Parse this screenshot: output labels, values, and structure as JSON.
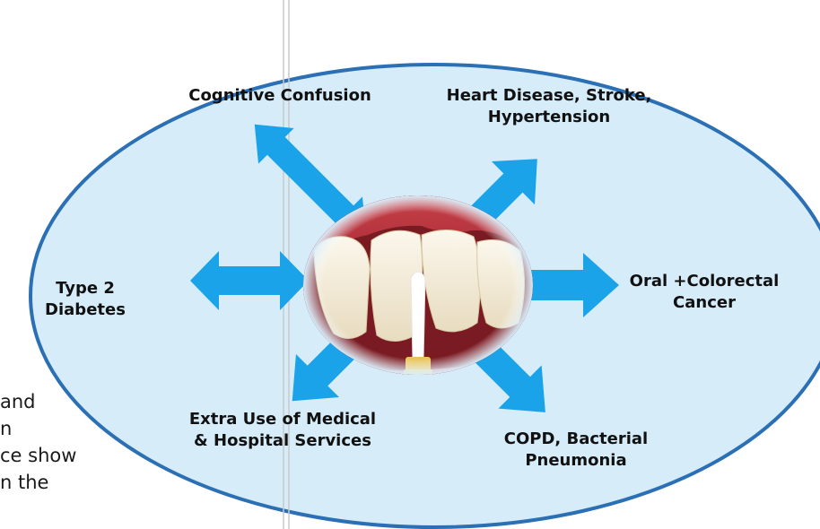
{
  "colors": {
    "ellipse_fill": "#d6ecf9",
    "ellipse_stroke": "#2b6fb5",
    "arrow_fill": "#1aa3e8",
    "guide_line": "#c9c9c9",
    "gum": "#b8323c",
    "tooth": "#f3ecd9"
  },
  "icons": {
    "arrows": "double-headed and single-headed arrows",
    "center_image": "teeth-with-interdental-brush"
  },
  "labels": {
    "cognitive": "Cognitive Confusion",
    "heart_line1": "Heart Disease, Stroke,",
    "heart_line2": "Hypertension",
    "diabetes_line1": "Type 2",
    "diabetes_line2": "Diabetes",
    "cancer_line1": "Oral +Colorectal",
    "cancer_line2": "Cancer",
    "medical_line1": "Extra Use of Medical",
    "medical_line2": "& Hospital Services",
    "copd_line1": "COPD, Bacterial",
    "copd_line2": "Pneumonia"
  },
  "background_text": {
    "line1": "and",
    "line2": "n",
    "line3": "ce show",
    "line4": "n the"
  }
}
